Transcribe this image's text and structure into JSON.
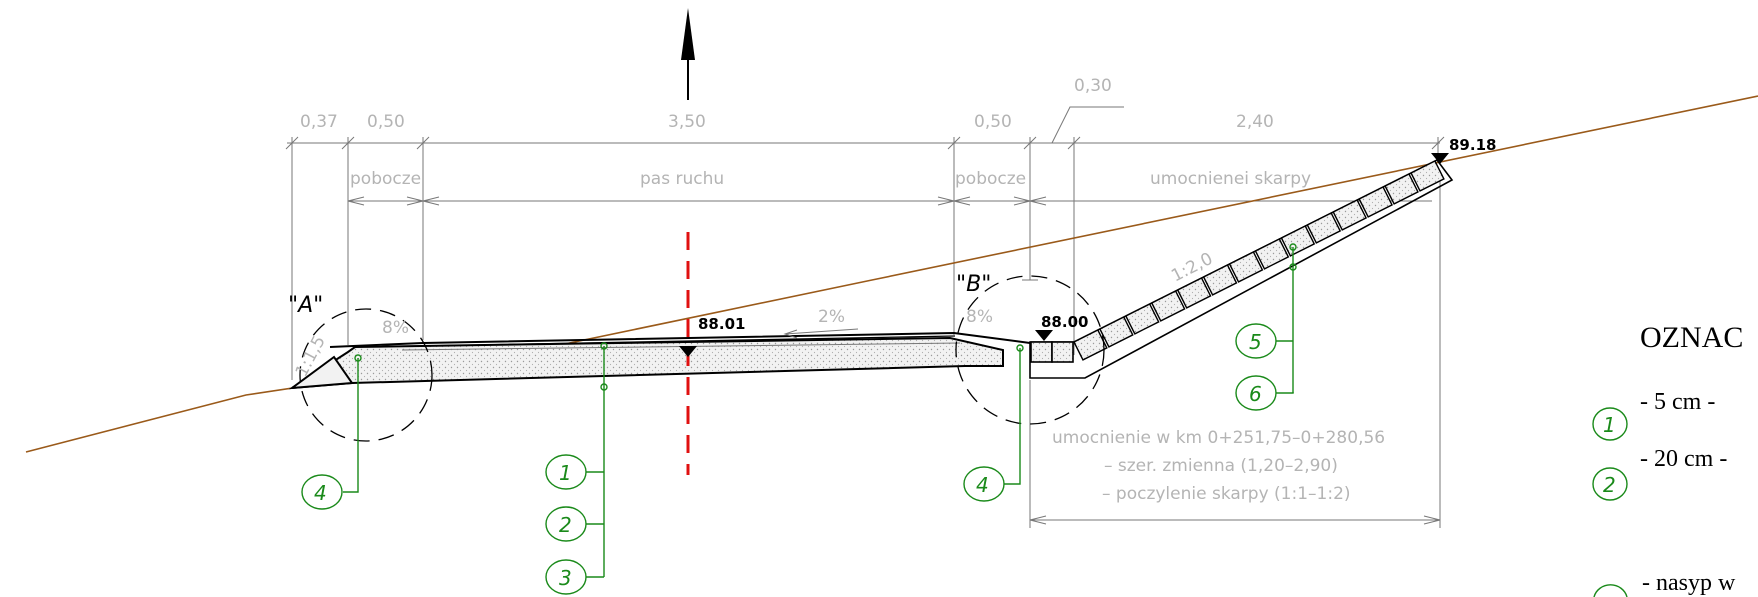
{
  "dimensions": {
    "d1": "0,37",
    "d2": "0,50",
    "d3": "3,50",
    "d4": "0,50",
    "d5": "2,40",
    "d6": "0,30"
  },
  "zones": {
    "shoulder_left": "pobocze",
    "lane": "pas ruchu",
    "shoulder_right": "pobocze",
    "slope": "umocnienei skarpy"
  },
  "elevations": {
    "axis": "88.01",
    "edge": "88.00",
    "top": "89.18"
  },
  "slopes": {
    "left_shoulder": "8%",
    "lane": "2%",
    "right_shoulder": "8%",
    "left_embankment": "1:1,5",
    "right_slope": "1:2,0"
  },
  "details": {
    "a": "\"A\"",
    "b": "\"B\""
  },
  "note": {
    "line1": "umocnienie w km 0+251,75–0+280,56",
    "line2": "– szer. zmienna (1,20–2,90)",
    "line3": "– poczylenie skarpy (1:1–1:2)"
  },
  "markers": {
    "m1": "1",
    "m2": "2",
    "m3": "3",
    "m4_left": "4",
    "m4_right": "4",
    "m5": "5",
    "m6": "6"
  },
  "legend": {
    "heading": "OZNAC",
    "item1_num": "1",
    "item1_text": "-  5 cm -",
    "item2_num": "2",
    "item2_text": "- 20 cm -",
    "item3_text": "- nasyp w"
  },
  "colors": {
    "structure": "#000000",
    "dimension": "#b4b4b4",
    "terrain": "#9a5a1a",
    "axis": "#e01010",
    "markers": "#1a8a1a"
  }
}
